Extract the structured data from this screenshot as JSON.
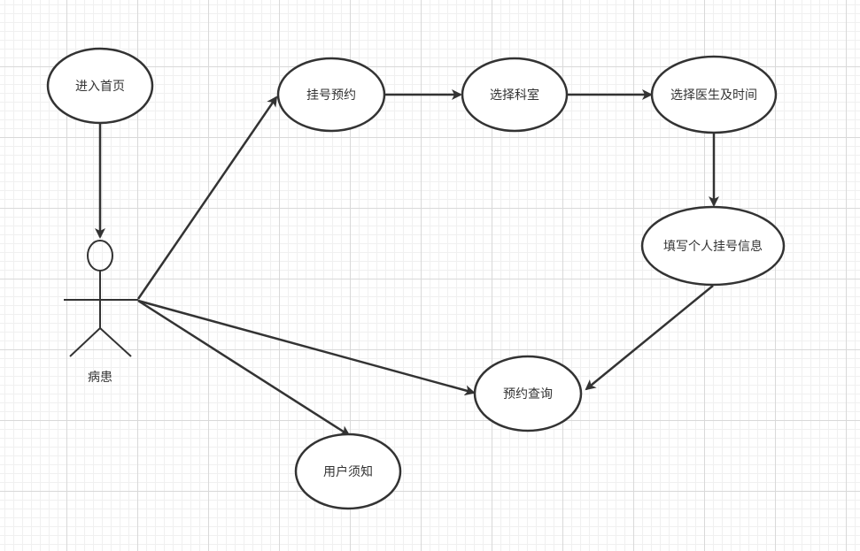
{
  "actor": {
    "label": "病患"
  },
  "nodes": [
    {
      "id": "home",
      "label": "进入首页"
    },
    {
      "id": "register",
      "label": "挂号预约"
    },
    {
      "id": "dept",
      "label": "选择科室"
    },
    {
      "id": "doctor",
      "label": "选择医生及时间"
    },
    {
      "id": "fill",
      "label": "填写个人挂号信息"
    },
    {
      "id": "query",
      "label": "预约查询"
    },
    {
      "id": "notice",
      "label": "用户须知"
    }
  ],
  "edges": [
    {
      "from": "home",
      "to": "actor"
    },
    {
      "from": "actor",
      "to": "register"
    },
    {
      "from": "register",
      "to": "dept"
    },
    {
      "from": "dept",
      "to": "doctor"
    },
    {
      "from": "doctor",
      "to": "fill"
    },
    {
      "from": "fill",
      "to": "query"
    },
    {
      "from": "actor",
      "to": "query"
    },
    {
      "from": "actor",
      "to": "notice"
    }
  ],
  "colors": {
    "stroke": "#333333",
    "text": "#333333"
  }
}
